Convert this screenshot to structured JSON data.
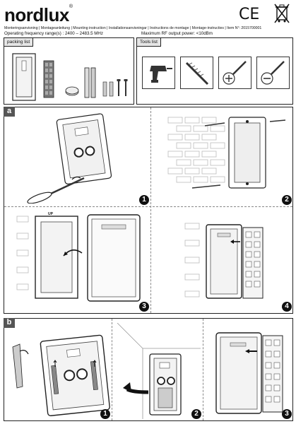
{
  "header": {
    "brand": "nordlux",
    "brand_mark": "®",
    "ce_mark": "CE",
    "languages_line": "Monteringsanvisning | Montageanleitung | Mounting instruction | Installationsanvisningar | Instructions de montage | Montage-instructies | Item N°: 2015700001",
    "frequency_line": "Operating frequency range(s) :  2400 – 2483.5 MHz",
    "power_line": "Maximum RF output power: <10dBm"
  },
  "packing_list": {
    "label": "packing list"
  },
  "tools_list": {
    "label": "Tools list"
  },
  "section_a": {
    "label": "a",
    "steps": [
      "1",
      "2",
      "3",
      "4"
    ],
    "up_text": "UP"
  },
  "section_b": {
    "label": "b",
    "steps": [
      "1",
      "2",
      "3"
    ]
  }
}
